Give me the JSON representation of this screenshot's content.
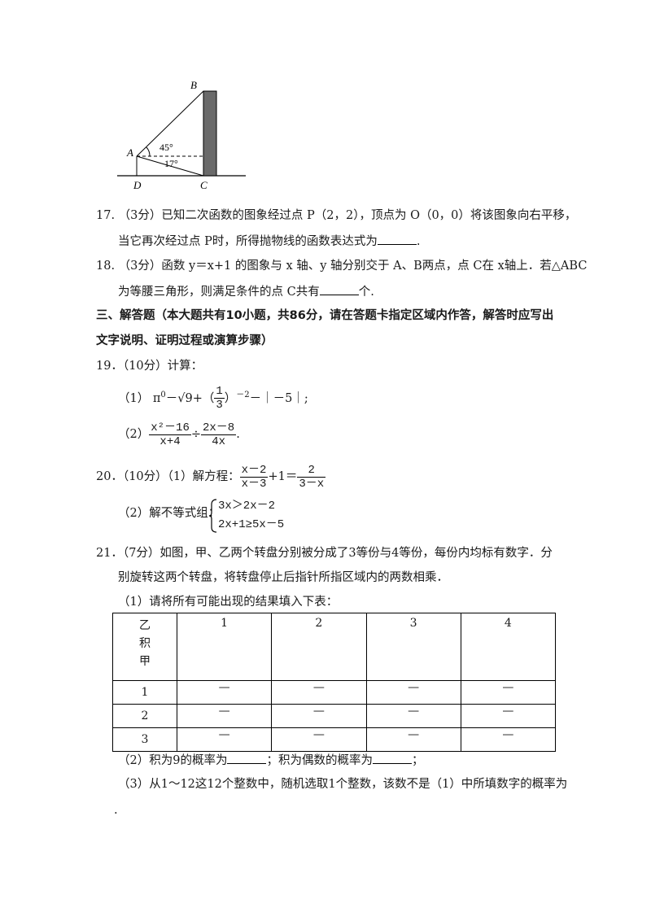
{
  "figure": {
    "label_b": "B",
    "label_a": "A",
    "label_d": "D",
    "label_c": "C",
    "angle_upper": "45°",
    "angle_lower": "17°"
  },
  "q17": {
    "num": "17.",
    "line1": "（3分）已知二次函数的图象经过点 P（2，2），顶点为 O（0，0）将该图象向右平移，",
    "line2_pre": "当它再次经过点 P时，所得抛物线的函数表达式为",
    "line2_post": "."
  },
  "q18": {
    "num": "18.",
    "line1": "（3分）函数 y＝x+1 的图象与 x 轴、y 轴分别交于 A、B两点，点 C在 x轴上．若△ABC",
    "line2_pre": "为等腰三角形，则满足条件的点 C共有",
    "line2_post": "个."
  },
  "section3": {
    "line1": "三、解答题（本大题共有10小题，共86分，请在答题卡指定区域内作答，解答时应写出",
    "line2": "文字说明、证明过程或演算步骤）"
  },
  "q19": {
    "header": "19．（10分）计算：",
    "p1_label": "（1）",
    "p1_pi": "π",
    "p1_pi_exp": "0",
    "p1_minus_sqrt": "－√9+（",
    "p1_frac_num": "1",
    "p1_frac_den": "3",
    "p1_rest": "）",
    "p1_exp": "－2",
    "p1_tail": "－｜－5｜;",
    "p2_label": "（2）",
    "p2_frac1_num": "x²－16",
    "p2_frac1_den": "x+4",
    "p2_div": "÷",
    "p2_frac2_num": "2x－8",
    "p2_frac2_den": "4x",
    "p2_end": "."
  },
  "q20": {
    "header": "20．（10分）（1）解方程：",
    "eq_frac1_num": "x－2",
    "eq_frac1_den": "x－3",
    "eq_mid": "+1＝",
    "eq_frac2_num": "2",
    "eq_frac2_den": "3－x",
    "p2_label": "（2）解不等式组：",
    "ineq1": "3x＞2x－2",
    "ineq2": "2x+1≥5x－5"
  },
  "q21": {
    "line1": "21．（7分）如图，甲、乙两个转盘分别被分成了3等份与4等份，每份内均标有数字．分",
    "line2": "别旋转这两个转盘，将转盘停止后指针所指区域内的两数相乘．",
    "line3": "（1）请将所有可能出现的结果填入下表：",
    "table": {
      "corner": [
        "乙",
        "积",
        "甲"
      ],
      "cols": [
        "1",
        "2",
        "3",
        "4"
      ],
      "rows": [
        "1",
        "2",
        "3"
      ],
      "cell": "—"
    },
    "p2_pre": "（2）积为9的概率为",
    "p2_mid": "；积为偶数的概率为",
    "p2_post": "；",
    "p3": "（3）从1～12这12个整数中，随机选取1个整数，该数不是（1）中所填数字的概率为",
    "p3_end": "."
  }
}
